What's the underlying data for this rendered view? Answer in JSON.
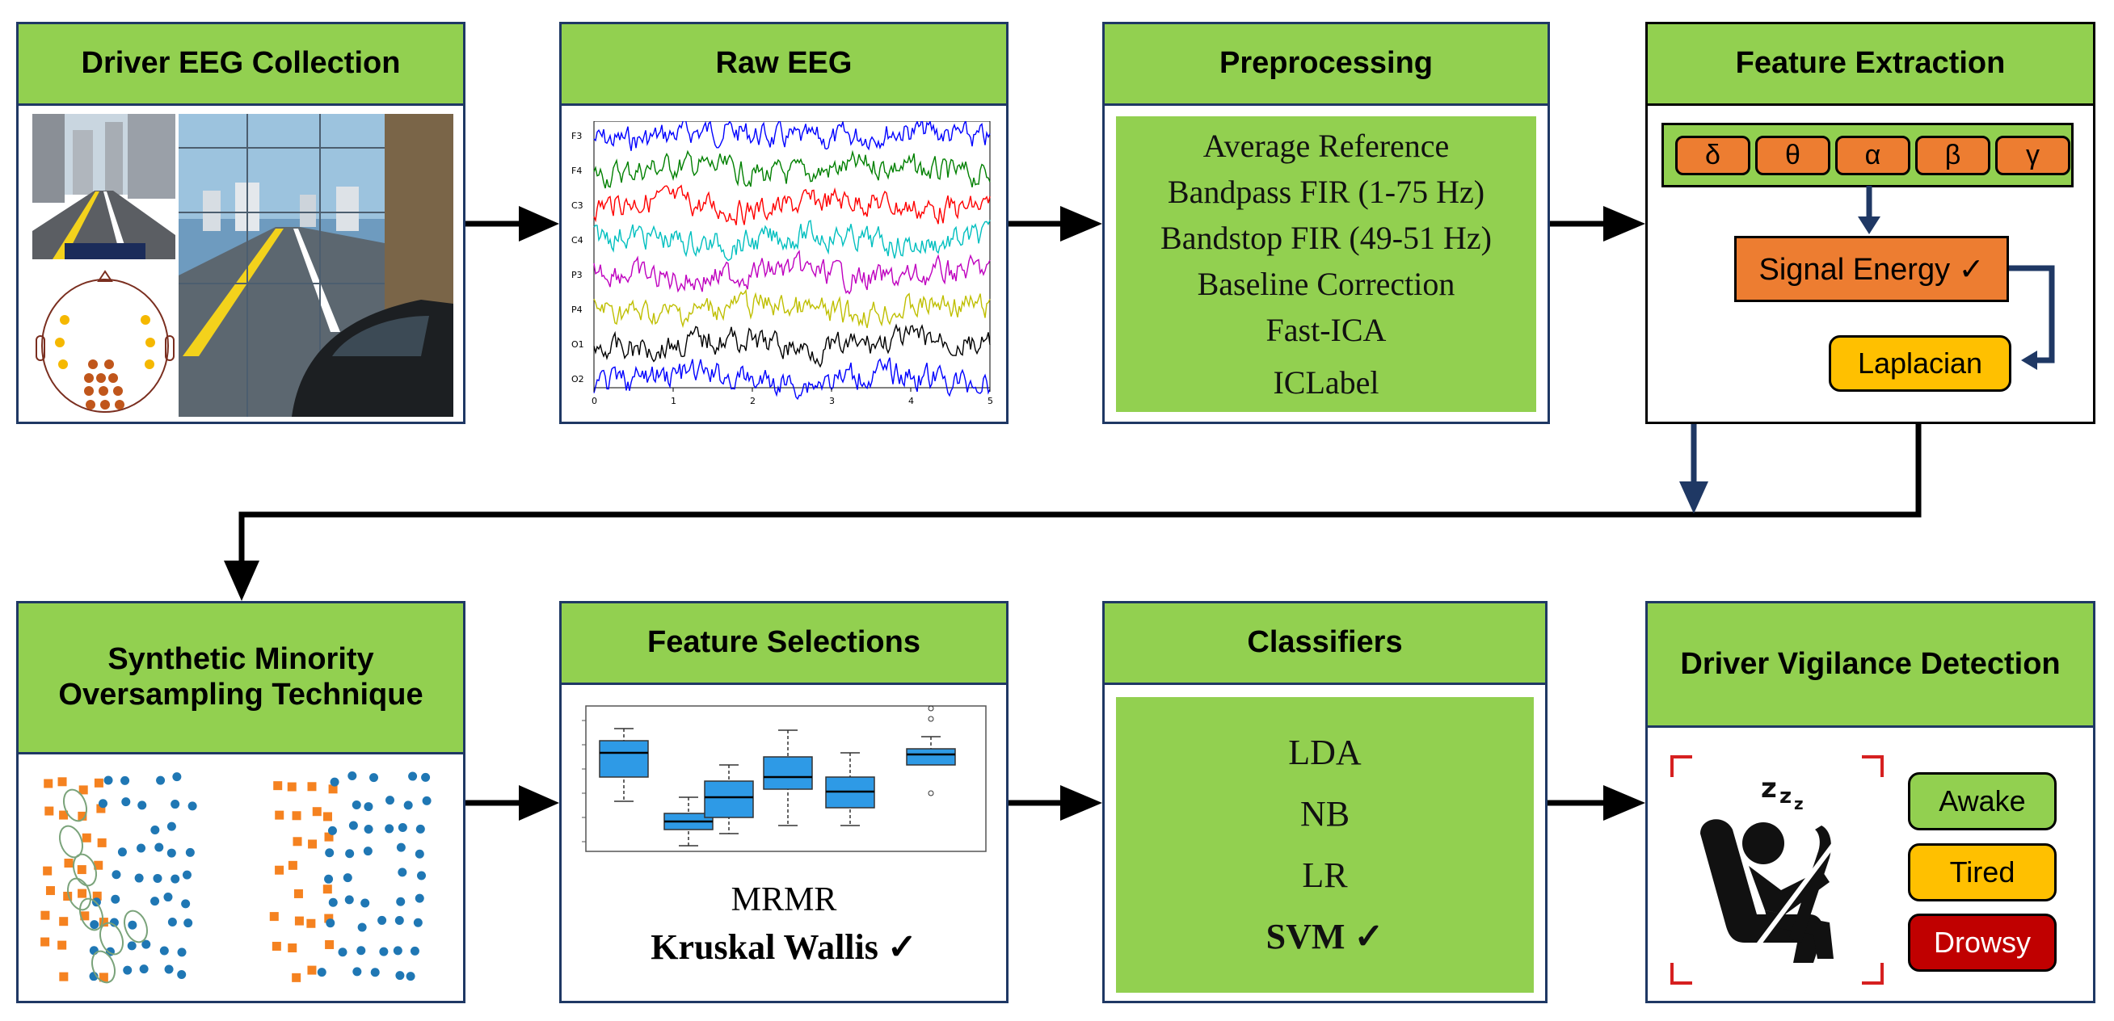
{
  "boxes": {
    "collection": {
      "title": "Driver EEG Collection"
    },
    "raw": {
      "title": "Raw EEG",
      "channels": [
        "F3",
        "F4",
        "C3",
        "C4",
        "P3",
        "P4",
        "O1",
        "O2"
      ],
      "xticks": [
        "0",
        "1",
        "2",
        "3",
        "4",
        "5"
      ]
    },
    "pre": {
      "title": "Preprocessing",
      "steps": [
        "Average Reference",
        "Bandpass FIR (1-75 Hz)",
        "Bandstop FIR (49-51 Hz)",
        "Baseline Correction",
        "Fast-ICA",
        "ICLabel"
      ]
    },
    "fe": {
      "title": "Feature Extraction",
      "bands": [
        "δ",
        "θ",
        "α",
        "β",
        "γ"
      ],
      "energy": "Signal Energy ✓",
      "laplacian": "Laplacian"
    },
    "smote": {
      "title": "Synthetic Minority Oversampling Technique"
    },
    "fs": {
      "title": "Feature Selections",
      "methods": [
        "MRMR",
        "Kruskal Wallis ✓"
      ]
    },
    "cls": {
      "title": "Classifiers",
      "items": [
        "LDA",
        "NB",
        "LR",
        "SVM ✓"
      ]
    },
    "dvd": {
      "title": "Driver Vigilance Detection",
      "states": [
        "Awake",
        "Tired",
        "Drowsy"
      ]
    }
  },
  "colors": {
    "header_green": "#92d050",
    "border_navy": "#1f3864",
    "band_orange": "#ed7d31",
    "laplacian_yellow": "#ffc000",
    "awake_green": "#92d050",
    "tired_yellow": "#ffc000",
    "drowsy_red": "#c00000",
    "boxplot_blue": "#2e9ae6",
    "smote_orange": "#f58220",
    "smote_blue": "#1f77b4"
  },
  "eeg_colors": [
    "#0000ff",
    "#008000",
    "#ff0000",
    "#00bfbf",
    "#bf00bf",
    "#bfbf00",
    "#000000",
    "#0000ff"
  ],
  "icons": [
    "driving-simulator-image",
    "electrode-head-map",
    "drowsy-driver-icon",
    "sleep-zzz-icon",
    "checkmark-icon"
  ]
}
